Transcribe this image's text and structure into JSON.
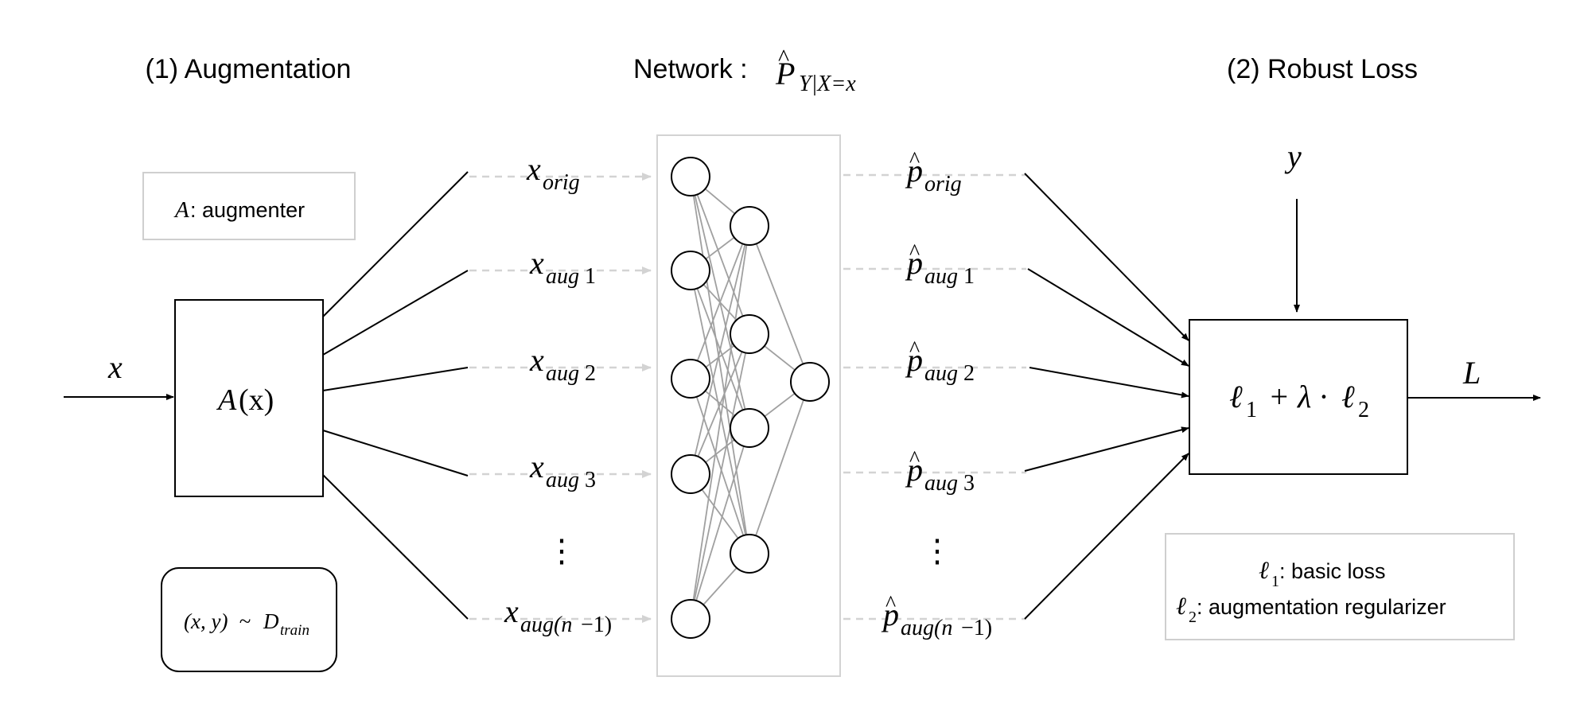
{
  "titles": {
    "augmentation": "(1) Augmentation",
    "network_prefix": "Network :",
    "network_symbol": "P",
    "network_hat": "^",
    "network_subscript": "Y|X=x",
    "robust_loss": "(2) Robust Loss"
  },
  "augmenter_note": {
    "symbol": "A",
    "text": ": augmenter"
  },
  "input_label": "x",
  "augmenter_box": {
    "symbol": "A",
    "arg": "(x)"
  },
  "data_dist": {
    "lhs": "(x, y)",
    "op": " ~ ",
    "symbol": "D",
    "subscript": "train"
  },
  "inputs": [
    {
      "base": "x",
      "sub": "orig",
      "tail": ""
    },
    {
      "base": "x",
      "sub": "aug",
      "tail": "1"
    },
    {
      "base": "x",
      "sub": "aug",
      "tail": "2"
    },
    {
      "base": "x",
      "sub": "aug",
      "tail": "3"
    },
    {
      "base": "x",
      "sub": "aug(n",
      "tail": "−1)"
    }
  ],
  "outputs": [
    {
      "base": "p",
      "sub": "orig",
      "tail": ""
    },
    {
      "base": "p",
      "sub": "aug",
      "tail": "1"
    },
    {
      "base": "p",
      "sub": "aug",
      "tail": "2"
    },
    {
      "base": "p",
      "sub": "aug",
      "tail": "3"
    },
    {
      "base": "p",
      "sub": "aug(n",
      "tail": "−1)"
    }
  ],
  "ellipsis": "⋮",
  "hat": "^",
  "target_label": "y",
  "loss_formula": {
    "l1": "ℓ",
    "one": "1",
    "plus_lambda": " + λ · ",
    "l2": "ℓ",
    "two": "2"
  },
  "output_label": "L",
  "loss_note": {
    "line1_symbol": "ℓ",
    "line1_sub": "1",
    "line1_text": ": basic loss",
    "line2_symbol": "ℓ",
    "line2_sub": "2",
    "line2_text": ": augmentation regularizer"
  }
}
